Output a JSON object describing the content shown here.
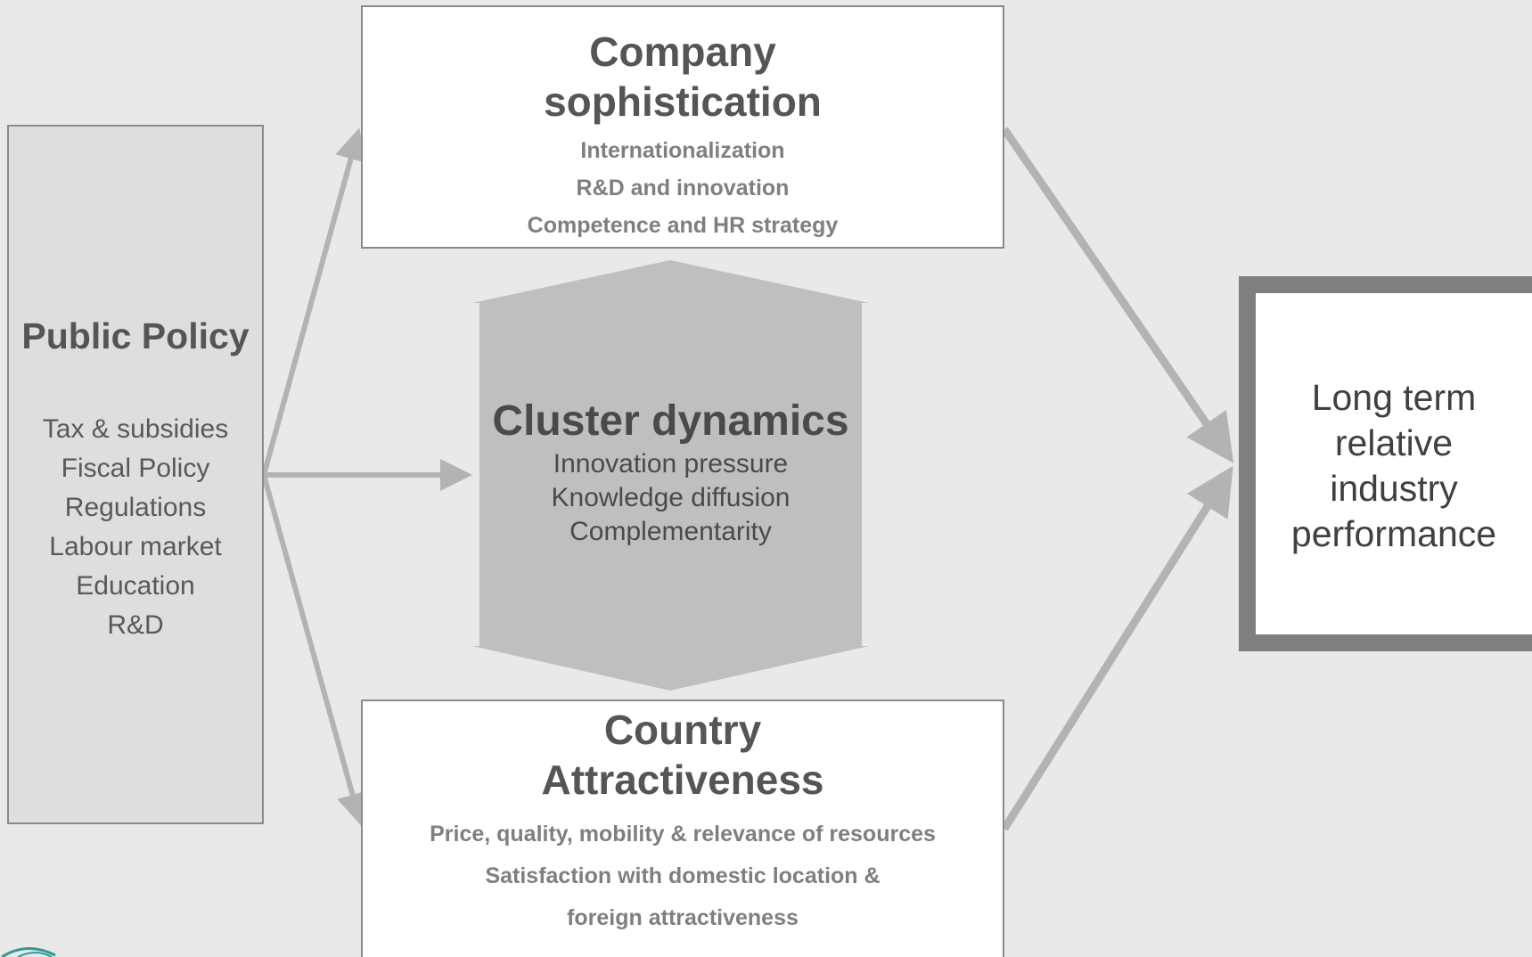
{
  "public_policy": {
    "title": "Public Policy",
    "items": [
      "Tax & subsidies",
      "Fiscal Policy",
      "Regulations",
      "Labour market",
      "Education",
      "R&D"
    ]
  },
  "company": {
    "title_line1": "Company",
    "title_line2": "sophistication",
    "items": [
      "Internationalization",
      "R&D and innovation",
      "Competence and HR strategy"
    ]
  },
  "cluster": {
    "title": "Cluster dynamics",
    "items": [
      "Innovation pressure",
      "Knowledge diffusion",
      "Complementarity"
    ]
  },
  "country": {
    "title_line1": "Country",
    "title_line2": "Attractiveness",
    "items": [
      "Price, quality, mobility & relevance of resources",
      "Satisfaction with domestic location &",
      "foreign attractiveness"
    ]
  },
  "outcome": {
    "text": "Long term\nrelative\nindustry\nperformance"
  },
  "colors": {
    "background": "#e9e9e9",
    "arrow": "#b3b3b3",
    "cluster_fill": "#bfbfbf",
    "outcome_border": "#7f7f7f",
    "logo": "#2a9d9a"
  }
}
